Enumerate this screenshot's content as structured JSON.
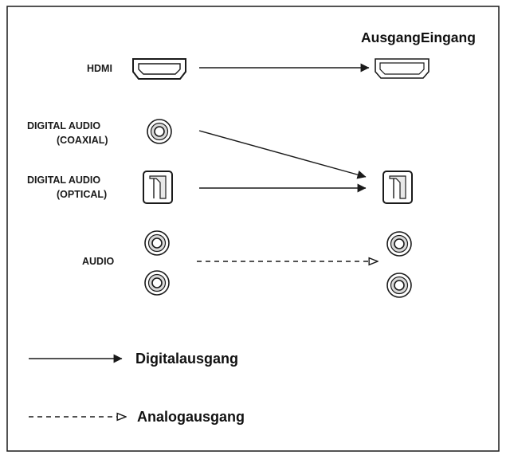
{
  "header": {
    "title": "AusgangEingang"
  },
  "rows": {
    "hdmi": "HDMI",
    "coaxial": [
      "DIGITAL AUDIO",
      "(COAXIAL)"
    ],
    "optical": [
      "DIGITAL AUDIO",
      "(OPTICAL)"
    ],
    "audio": "AUDIO"
  },
  "legend": {
    "digital": "Digitalausgang",
    "analog": "Analogausgang"
  },
  "colors": {
    "line": "#1a1a1a",
    "background": "#ffffff",
    "jack_ring": "#d9d9d9"
  },
  "icons": [
    "hdmi-port-icon",
    "coaxial-jack-icon",
    "optical-port-icon",
    "rca-jack-icon",
    "arrow-filled-icon",
    "arrow-hollow-icon"
  ]
}
